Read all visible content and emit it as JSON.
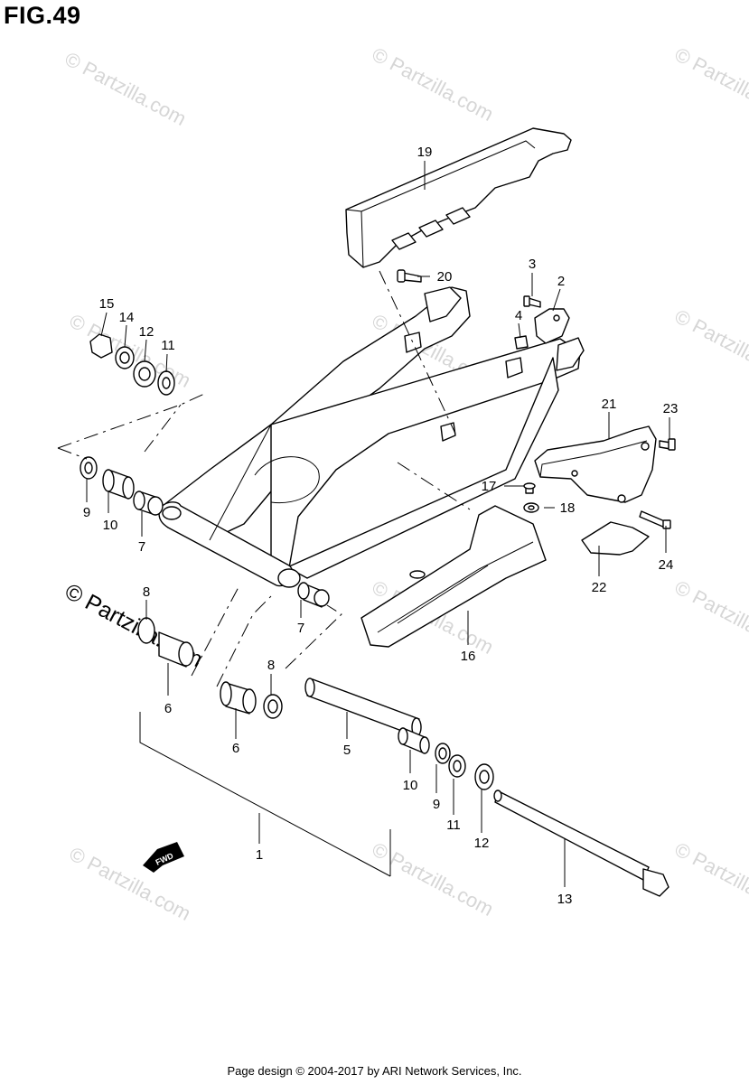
{
  "figure": {
    "title": "FIG.49"
  },
  "watermark": {
    "text": "© Partzilla.com"
  },
  "fwd_label": "FWD",
  "callouts": {
    "c1": "1",
    "c2": "2",
    "c3": "3",
    "c4": "4",
    "c5": "5",
    "c6a": "6",
    "c6b": "6",
    "c7a": "7",
    "c7b": "7",
    "c8a": "8",
    "c8b": "8",
    "c9a": "9",
    "c9b": "9",
    "c10a": "10",
    "c10b": "10",
    "c11a": "11",
    "c11b": "11",
    "c12a": "12",
    "c12b": "12",
    "c13": "13",
    "c14": "14",
    "c15": "15",
    "c16": "16",
    "c17": "17",
    "c18": "18",
    "c19": "19",
    "c20": "20",
    "c21": "21",
    "c22": "22",
    "c23": "23",
    "c24": "24"
  },
  "footer": {
    "text": "Page design © 2004-2017 by ARI Network Services, Inc."
  }
}
